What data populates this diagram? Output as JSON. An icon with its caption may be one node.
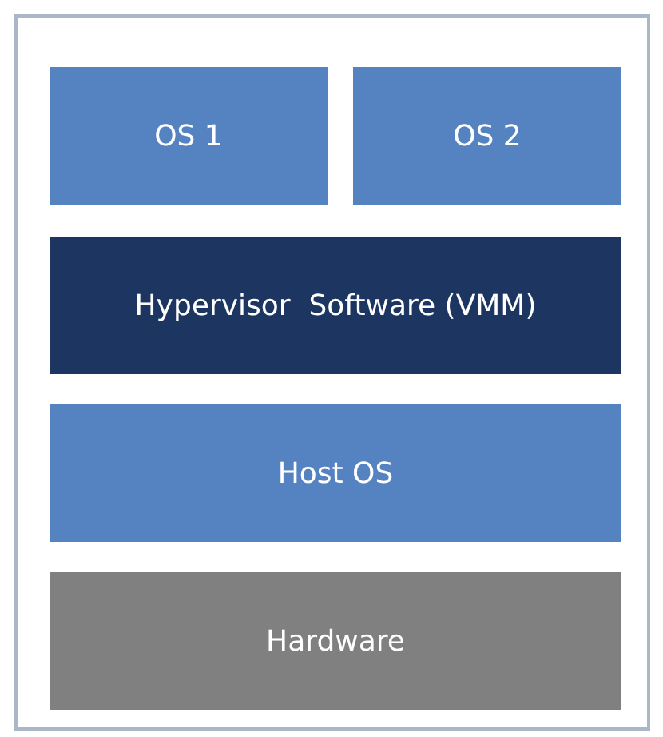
{
  "diagram": {
    "nodes": [
      {
        "text": [],
        "shape": "box"
      },
      {
        "text": [
          "OS 1"
        ],
        "in": 0
      },
      {
        "text": [
          "OS 2"
        ],
        "in": 0
      },
      {
        "text": [
          "Hypervisor  Software (VMM)"
        ],
        "in": 0
      },
      {
        "text": [
          "Host OS"
        ],
        "in": 0
      },
      {
        "text": [
          "Hardware"
        ],
        "in": 0
      }
    ]
  }
}
